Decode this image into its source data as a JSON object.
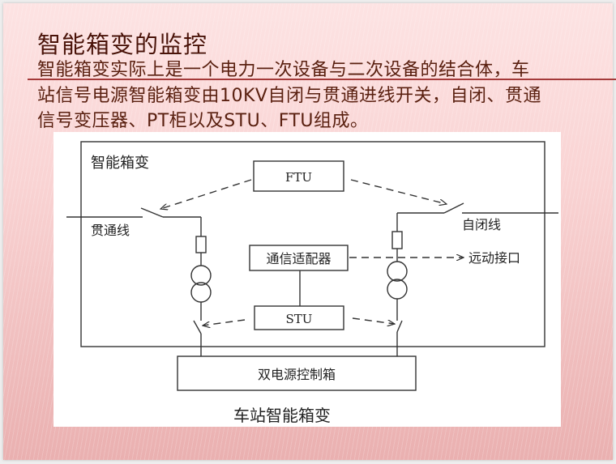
{
  "slide": {
    "title": "智能箱变的监控",
    "body_lines": [
      "智能箱变实际上是一个电力一次设备与二次设备的结合体，车",
      "站信号电源智能箱变由10KV自闭与贯通进线开关，自闭、贯通",
      "信号变压器、PT柜以及STU、FTU组成。"
    ]
  },
  "diagram": {
    "enclosure_label": "智能箱变",
    "ftu": "FTU",
    "stu": "STU",
    "comm_adapter": "通信适配器",
    "left_line": "贯通线",
    "right_line": "自闭线",
    "remote_interface": "远动接口",
    "dual_power_box": "双电源控制箱",
    "caption": "车站智能箱变"
  },
  "colors": {
    "title": "#4a1208",
    "rule": "#a43a3a",
    "background": "#fde3e3"
  }
}
